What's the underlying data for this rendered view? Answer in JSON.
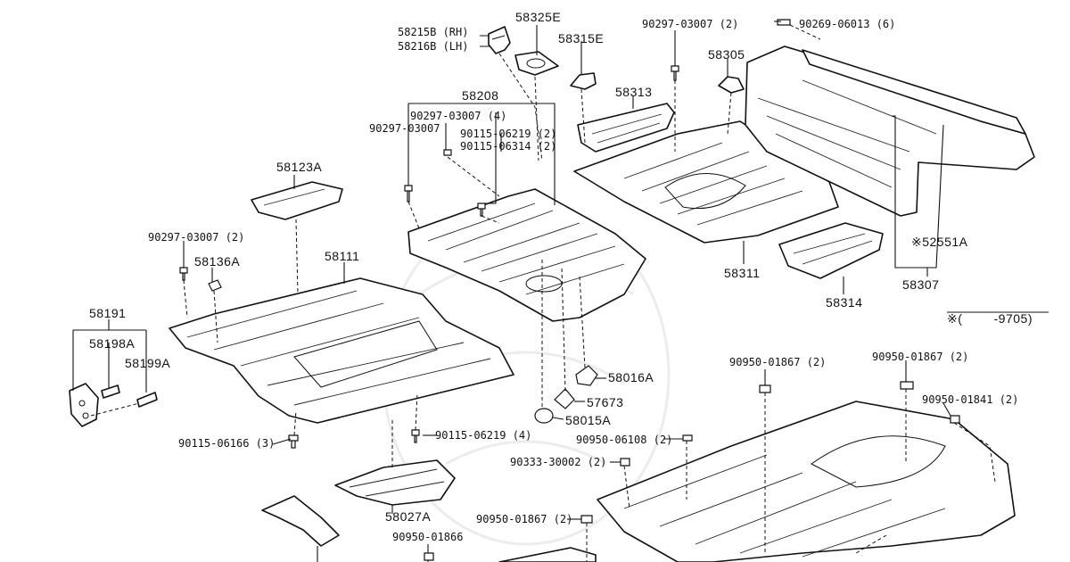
{
  "labels": {
    "p58215b": "58215B (RH)",
    "p58216b": "58216B (LH)",
    "p58325e": "58325E",
    "p58315e": "58315E",
    "p90297_top": "90297-03007 (2)",
    "p90269": "90269-06013 (6)",
    "p58305": "58305",
    "p58313": "58313",
    "p58208": "58208",
    "p90297_4": "90297-03007 (4)",
    "p90297_single": "90297-03007",
    "p90115_06219_2": "90115-06219 (2)",
    "p90115_06314_2": "90115-06314 (2)",
    "p58123a": "58123A",
    "p90297_2_left": "90297-03007 (2)",
    "p58136a": "58136A",
    "p58111": "58111",
    "p58191": "58191",
    "p58198a": "58198A",
    "p58199a": "58199A",
    "p58311": "58311",
    "p52551a": "※52551A",
    "p58314": "58314",
    "p58307": "58307",
    "note_range": "※(        -9705)",
    "p58016a": "58016A",
    "p57673": "57673",
    "p58015a": "58015A",
    "p90950_01867_a": "90950-01867 (2)",
    "p90950_01867_b": "90950-01867 (2)",
    "p90950_01841": "90950-01841 (2)",
    "p90115_06166": "90115-06166 (3)",
    "p90115_06219_4": "90115-06219 (4)",
    "p90950_06108": "90950-06108 (2)",
    "p90333_30002": "90333-30002 (2)",
    "p58027a": "58027A",
    "p90950_01867_c": "90950-01867 (2)",
    "p90950_01866": "90950-01866"
  }
}
